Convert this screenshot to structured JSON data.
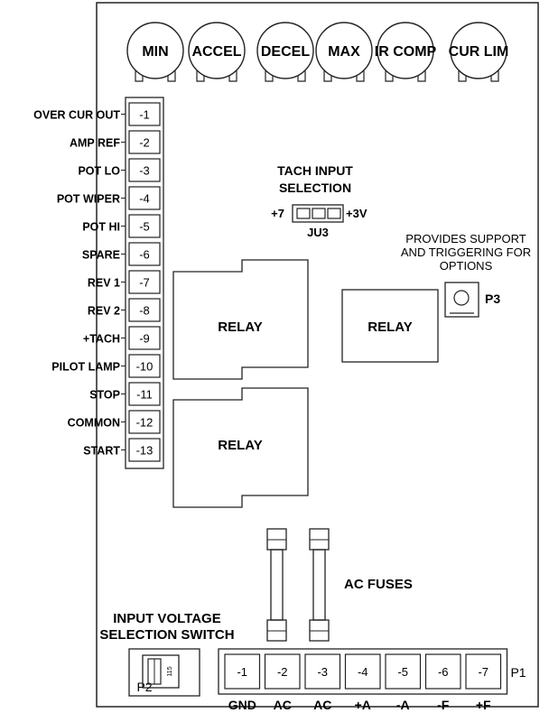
{
  "pots": [
    "MIN",
    "ACCEL",
    "DECEL",
    "MAX",
    "IR COMP",
    "CUR LIM"
  ],
  "p2": {
    "label": "P2",
    "terminals": [
      {
        "num": "-1",
        "label": "OVER CUR OUT"
      },
      {
        "num": "-2",
        "label": "AMP REF"
      },
      {
        "num": "-3",
        "label": "POT LO"
      },
      {
        "num": "-4",
        "label": "POT WIPER"
      },
      {
        "num": "-5",
        "label": "POT HI"
      },
      {
        "num": "-6",
        "label": "SPARE"
      },
      {
        "num": "-7",
        "label": "REV 1"
      },
      {
        "num": "-8",
        "label": "REV 2"
      },
      {
        "num": "-9",
        "label": "+TACH"
      },
      {
        "num": "-10",
        "label": "PILOT LAMP"
      },
      {
        "num": "-11",
        "label": "STOP"
      },
      {
        "num": "-12",
        "label": "COMMON"
      },
      {
        "num": "-13",
        "label": "START"
      }
    ]
  },
  "tach": {
    "title_line1": "TACH INPUT",
    "title_line2": "SELECTION",
    "left_label": "+7",
    "right_label": "+3V",
    "jumper_label": "JU3"
  },
  "p3": {
    "note_line1": "PROVIDES SUPPORT",
    "note_line2": "AND TRIGGERING FOR",
    "note_line3": "OPTIONS",
    "label": "P3"
  },
  "relays": [
    "RELAY",
    "RELAY",
    "RELAY"
  ],
  "fuses_label": "AC FUSES",
  "voltage_switch": {
    "title_line1": "INPUT VOLTAGE",
    "title_line2": "SELECTION SWITCH",
    "switch_text": "115"
  },
  "p1": {
    "label": "P1",
    "terminals": [
      {
        "num": "-1",
        "label": "GND"
      },
      {
        "num": "-2",
        "label": "AC"
      },
      {
        "num": "-3",
        "label": "AC"
      },
      {
        "num": "-4",
        "label": "+A"
      },
      {
        "num": "-5",
        "label": "-A"
      },
      {
        "num": "-6",
        "label": "-F"
      },
      {
        "num": "-7",
        "label": "+F"
      }
    ]
  }
}
